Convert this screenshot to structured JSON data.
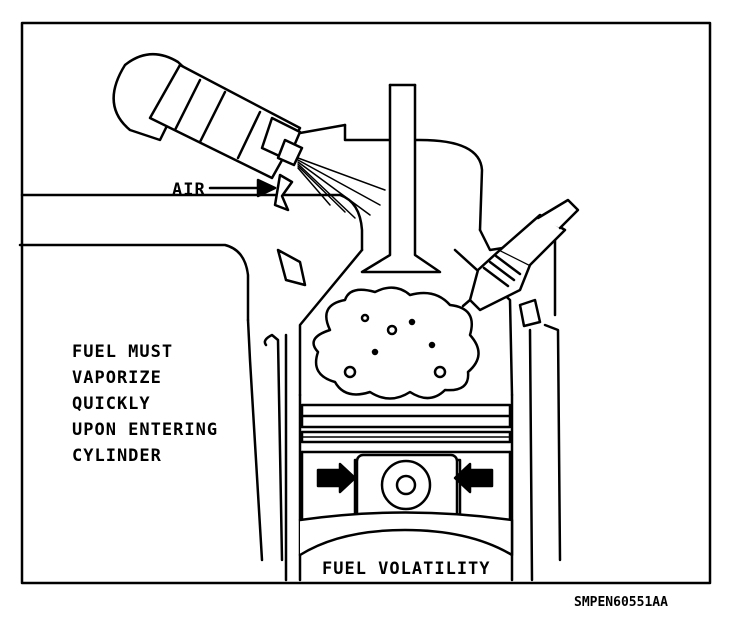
{
  "air_label": "AIR",
  "note_lines": [
    "FUEL MUST",
    "VAPORIZE",
    "QUICKLY",
    "UPON ENTERING",
    "CYLINDER"
  ],
  "caption": "FUEL VOLATILITY",
  "figure_code": "SMPEN60551AA"
}
